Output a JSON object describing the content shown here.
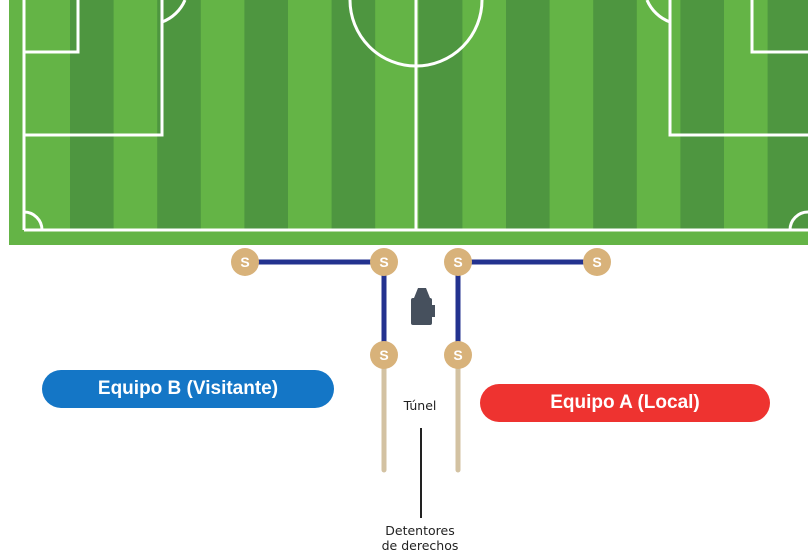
{
  "diagram": {
    "teams": {
      "visitor_label": "Equipo B (Visitante)",
      "home_label": "Equipo A (Local)"
    },
    "tunnel_label": "Túnel",
    "rights_holders_label_line1": "Detentores",
    "rights_holders_label_line2": "de derechos",
    "position_marker_letter": "S",
    "position_marker_count": 6,
    "camera_icon": "camera-icon",
    "colors": {
      "pitch_light": "#64b446",
      "pitch_dark": "#4e9640",
      "pitch_lines": "#ffffff",
      "path_blue": "#23328f",
      "tunnel_walk": "#d3c2a2",
      "marker": "#d8b27a",
      "visitor": "#1476c6",
      "home": "#ee3330",
      "camera": "#46505d"
    }
  }
}
